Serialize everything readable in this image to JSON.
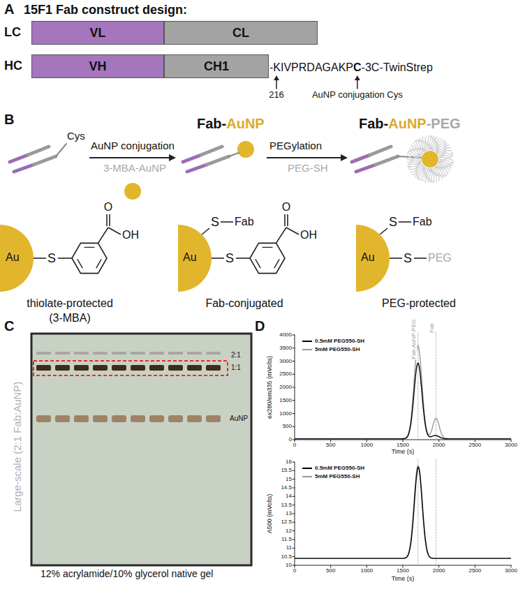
{
  "diagram": {
    "nodes": [
      {
        "text": [
          "VL"
        ]
      },
      {
        "text": [
          "CL"
        ]
      },
      {
        "text": [
          "VH"
        ]
      },
      {
        "text": [
          "CH1"
        ]
      }
    ],
    "labels": [
      "A",
      "15F1 Fab construct design:",
      "LC",
      "HC",
      "-KIVPRDAGAKP",
      "C",
      "-3C-TwinStrep",
      "216",
      "AuNP conjugation Cys",
      "B",
      "Cys",
      "AuNP conjugation",
      "3-MBA-AuNP",
      "Fab-",
      "AuNP",
      "PEGylation",
      "PEG-SH",
      "Fab-",
      "AuNP",
      "-PEG",
      "Au",
      "S",
      "O",
      "OH",
      "thiolate-protected",
      "(3-MBA)",
      "Au",
      "S",
      "Fab",
      "S",
      "O",
      "OH",
      "Fab-conjugated",
      "Au",
      "S",
      "Fab",
      "S",
      "PEG",
      "PEG-protected",
      "C",
      "2:1",
      "1:1",
      "AuNP",
      "Large-scale (2:1 Fab:AuNP)",
      "12% acrylamide/10% glycerol native gel",
      "D",
      "4000",
      "3500",
      "3000",
      "2500",
      "2000",
      "1500",
      "1000",
      "500",
      "0",
      "0",
      "500",
      "1000",
      "1500",
      "2000",
      "2500",
      "3000",
      "Time (s)",
      "ex280/em335 (mVolts)",
      "Fab-AuNP-PEG",
      "Fab",
      "16",
      "15.5",
      "15",
      "14.5",
      "14",
      "13.5",
      "13",
      "12.5",
      "12",
      "11.5",
      "11",
      "10.5",
      "10",
      "0",
      "500",
      "1000",
      "1500",
      "2000",
      "2500",
      "3000",
      "Time (s)",
      "A500 (mVolts)"
    ],
    "legend": [
      {
        "text": "0.5mM PEG550-SH"
      },
      {
        "text": "5mM PEG550-SH"
      },
      {
        "text": "0.5mM PEG550-SH"
      },
      {
        "text": "5mM PEG550-SH"
      }
    ]
  }
}
